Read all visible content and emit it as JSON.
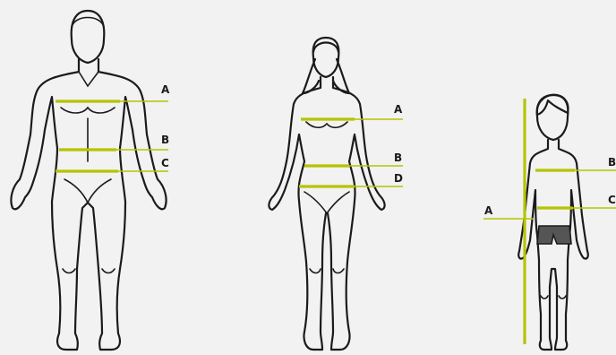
{
  "colors": {
    "background": "#f2f2f2",
    "outline": "#1b1b1b",
    "measure": "#b5c400",
    "shorts": "#555555"
  },
  "figures": {
    "man": {
      "labels": {
        "a": "A",
        "b": "B",
        "c": "C"
      }
    },
    "woman": {
      "labels": {
        "a": "A",
        "b": "B",
        "d": "D"
      }
    },
    "child": {
      "labels": {
        "a": "A",
        "b": "B",
        "c": "C"
      }
    }
  }
}
